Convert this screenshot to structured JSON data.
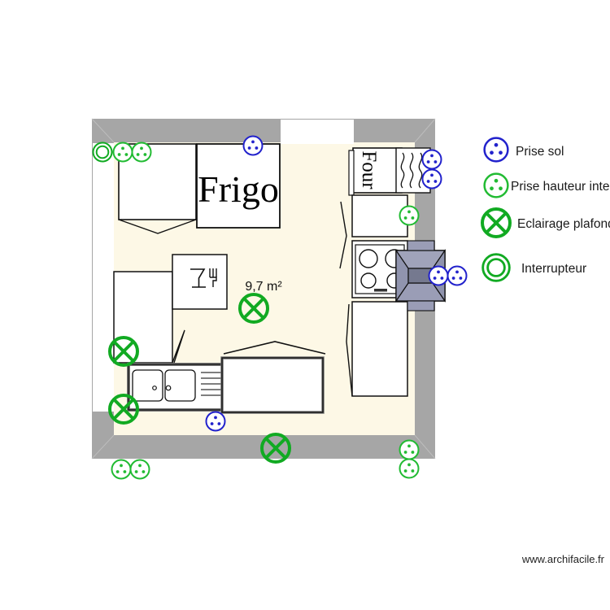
{
  "plan": {
    "area_label": "9,7 m²",
    "appliances": {
      "fridge_label": "Frigo",
      "oven_label": "Four"
    },
    "colors": {
      "room_fill": "#FDF8E6",
      "wall_gray": "#A6A6A6",
      "socket_blue": "#2222CC",
      "socket_green": "#22BB33",
      "light_green": "#11AA22",
      "switch_green": "#11AA22",
      "hood_gray": "#8C8FA8",
      "outline_black": "#000000"
    }
  },
  "legend": {
    "items": [
      {
        "icon": "prise-sol-icon",
        "label": "Prise sol",
        "color": "#2222CC"
      },
      {
        "icon": "prise-hauteur-icon",
        "label": "Prise hauteur interru",
        "color": "#22BB33"
      },
      {
        "icon": "eclairage-icon",
        "label": "Eclairage plafond",
        "color": "#11AA22"
      },
      {
        "icon": "interrupteur-icon",
        "label": "Interrupteur",
        "color": "#11AA22"
      }
    ]
  },
  "footer": {
    "url": "www.archifacile.fr"
  }
}
